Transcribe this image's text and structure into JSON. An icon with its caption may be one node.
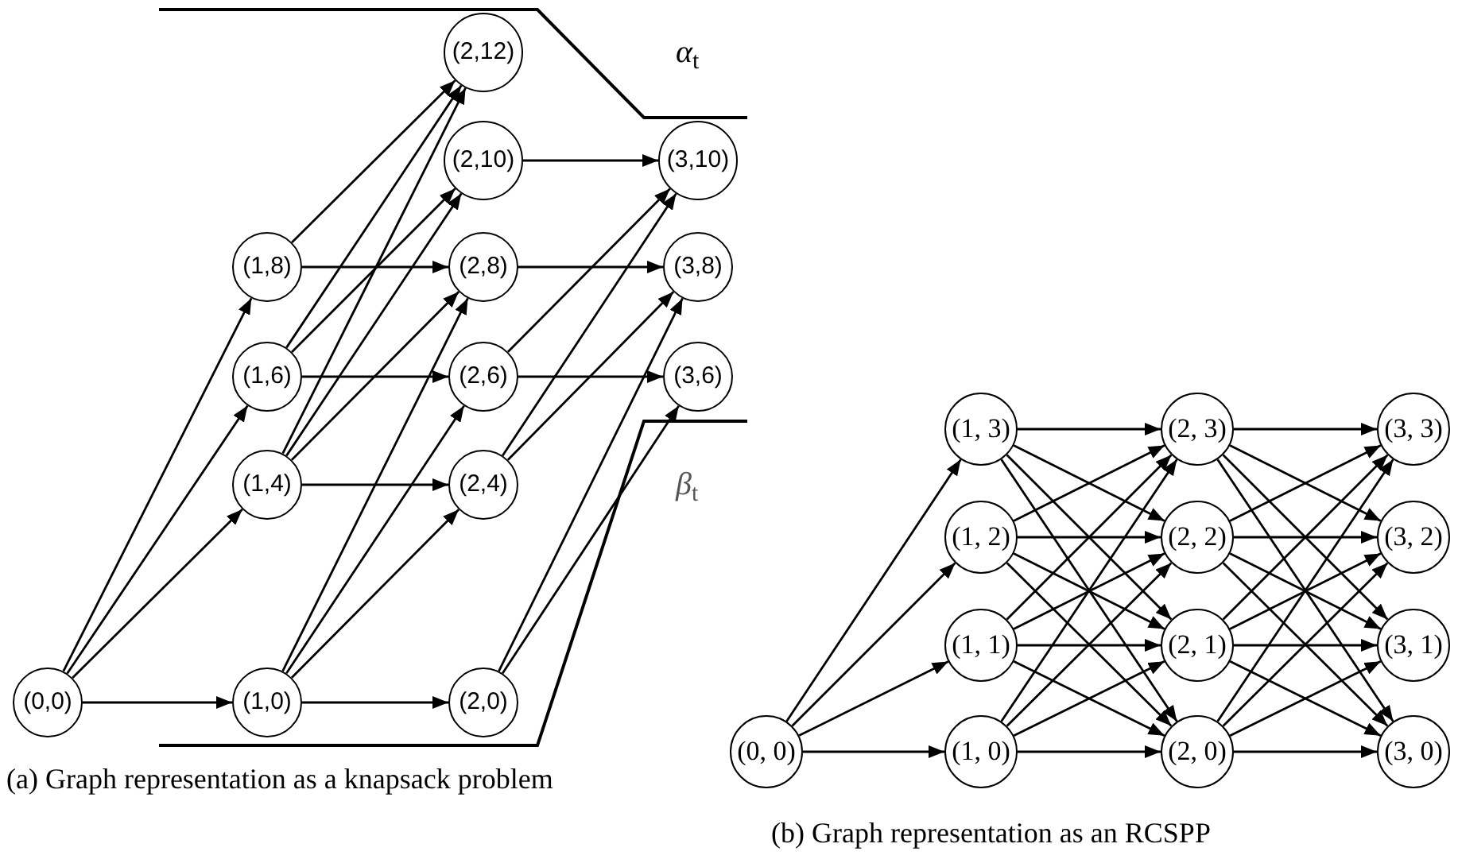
{
  "diagram": {
    "nodes": [
      {
        "text": [
          "(0,0)"
        ]
      },
      {
        "text": [
          "(1,0)"
        ]
      },
      {
        "text": [
          "(1,4)"
        ]
      },
      {
        "text": [
          "(1,6)"
        ]
      },
      {
        "text": [
          "(1,8)"
        ]
      },
      {
        "text": [
          "(2,0)"
        ]
      },
      {
        "text": [
          "(2,4)"
        ]
      },
      {
        "text": [
          "(2,6)"
        ]
      },
      {
        "text": [
          "(2,8)"
        ]
      },
      {
        "text": [
          "(2,10)"
        ]
      },
      {
        "text": [
          "(2,12)"
        ]
      },
      {
        "text": [
          "(3,6)"
        ]
      },
      {
        "text": [
          "(3,8)"
        ]
      },
      {
        "text": [
          "(3,10)"
        ]
      },
      {
        "text": [
          "(0, 0)"
        ]
      },
      {
        "text": [
          "(1, 3)"
        ]
      },
      {
        "text": [
          "(1, 2)"
        ]
      },
      {
        "text": [
          "(1, 1)"
        ]
      },
      {
        "text": [
          "(1, 0)"
        ]
      },
      {
        "text": [
          "(2, 3)"
        ]
      },
      {
        "text": [
          "(2, 2)"
        ]
      },
      {
        "text": [
          "(2, 1)"
        ]
      },
      {
        "text": [
          "(2, 0)"
        ]
      },
      {
        "text": [
          "(3, 3)"
        ]
      },
      {
        "text": [
          "(3, 2)"
        ]
      },
      {
        "text": [
          "(3, 1)"
        ]
      },
      {
        "text": [
          "(3, 0)"
        ]
      }
    ],
    "edges": [
      {
        "from": 0,
        "to": 1,
        "arrow": "to"
      },
      {
        "from": 0,
        "to": 2,
        "arrow": "to"
      },
      {
        "from": 0,
        "to": 3,
        "arrow": "to"
      },
      {
        "from": 0,
        "to": 4,
        "arrow": "to"
      },
      {
        "from": 1,
        "to": 5,
        "arrow": "to"
      },
      {
        "from": 1,
        "to": 6,
        "arrow": "to"
      },
      {
        "from": 1,
        "to": 7,
        "arrow": "to"
      },
      {
        "from": 1,
        "to": 8,
        "arrow": "to"
      },
      {
        "from": 2,
        "to": 6,
        "arrow": "to"
      },
      {
        "from": 2,
        "to": 8,
        "arrow": "to"
      },
      {
        "from": 2,
        "to": 9,
        "arrow": "to"
      },
      {
        "from": 2,
        "to": 10,
        "arrow": "to"
      },
      {
        "from": 3,
        "to": 7,
        "arrow": "to"
      },
      {
        "from": 3,
        "to": 9,
        "arrow": "to"
      },
      {
        "from": 3,
        "to": 10,
        "arrow": "to"
      },
      {
        "from": 4,
        "to": 8,
        "arrow": "to"
      },
      {
        "from": 4,
        "to": 10,
        "arrow": "to"
      },
      {
        "from": 5,
        "to": 11,
        "arrow": "to"
      },
      {
        "from": 5,
        "to": 12,
        "arrow": "to"
      },
      {
        "from": 6,
        "to": 12,
        "arrow": "to"
      },
      {
        "from": 6,
        "to": 13,
        "arrow": "to"
      },
      {
        "from": 7,
        "to": 11,
        "arrow": "to"
      },
      {
        "from": 7,
        "to": 13,
        "arrow": "to"
      },
      {
        "from": 8,
        "to": 12,
        "arrow": "to"
      },
      {
        "from": 9,
        "to": 13,
        "arrow": "to"
      },
      {
        "from": 14,
        "to": 15,
        "arrow": "to"
      },
      {
        "from": 14,
        "to": 16,
        "arrow": "to"
      },
      {
        "from": 14,
        "to": 17,
        "arrow": "to"
      },
      {
        "from": 14,
        "to": 18,
        "arrow": "to"
      },
      {
        "from": 15,
        "to": 19,
        "arrow": "to"
      },
      {
        "from": 15,
        "to": 20,
        "arrow": "to"
      },
      {
        "from": 15,
        "to": 21,
        "arrow": "to"
      },
      {
        "from": 15,
        "to": 22,
        "arrow": "to"
      },
      {
        "from": 16,
        "to": 19,
        "arrow": "to"
      },
      {
        "from": 16,
        "to": 20,
        "arrow": "to"
      },
      {
        "from": 16,
        "to": 21,
        "arrow": "to"
      },
      {
        "from": 16,
        "to": 22,
        "arrow": "to"
      },
      {
        "from": 17,
        "to": 19,
        "arrow": "to"
      },
      {
        "from": 17,
        "to": 20,
        "arrow": "to"
      },
      {
        "from": 17,
        "to": 21,
        "arrow": "to"
      },
      {
        "from": 17,
        "to": 22,
        "arrow": "to"
      },
      {
        "from": 18,
        "to": 19,
        "arrow": "to"
      },
      {
        "from": 18,
        "to": 20,
        "arrow": "to"
      },
      {
        "from": 18,
        "to": 21,
        "arrow": "to"
      },
      {
        "from": 18,
        "to": 22,
        "arrow": "to"
      },
      {
        "from": 19,
        "to": 23,
        "arrow": "to"
      },
      {
        "from": 19,
        "to": 24,
        "arrow": "to"
      },
      {
        "from": 19,
        "to": 25,
        "arrow": "to"
      },
      {
        "from": 19,
        "to": 26,
        "arrow": "to"
      },
      {
        "from": 20,
        "to": 23,
        "arrow": "to"
      },
      {
        "from": 20,
        "to": 24,
        "arrow": "to"
      },
      {
        "from": 20,
        "to": 25,
        "arrow": "to"
      },
      {
        "from": 20,
        "to": 26,
        "arrow": "to"
      },
      {
        "from": 21,
        "to": 23,
        "arrow": "to"
      },
      {
        "from": 21,
        "to": 24,
        "arrow": "to"
      },
      {
        "from": 21,
        "to": 25,
        "arrow": "to"
      },
      {
        "from": 21,
        "to": 26,
        "arrow": "to"
      },
      {
        "from": 22,
        "to": 23,
        "arrow": "to"
      },
      {
        "from": 22,
        "to": 24,
        "arrow": "to"
      },
      {
        "from": 22,
        "to": 25,
        "arrow": "to"
      },
      {
        "from": 22,
        "to": 26,
        "arrow": "to"
      }
    ],
    "labels": [
      "*α*$_{t}$",
      "*β*$_{t}$",
      "(a) Graph representation as a knapsack problem",
      "(b) Graph representation as an RCSPP"
    ]
  }
}
